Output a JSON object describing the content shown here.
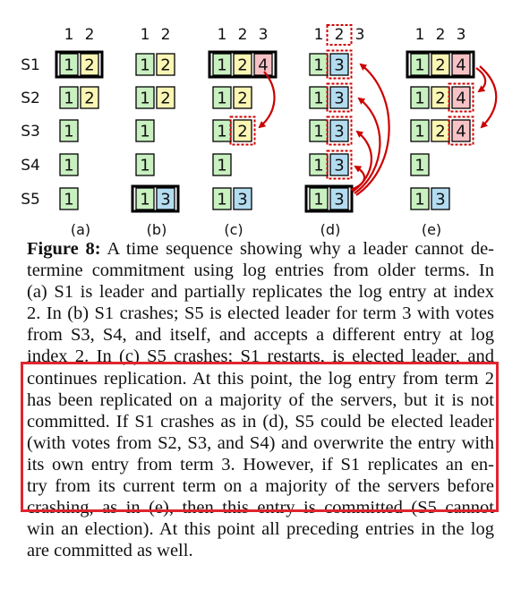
{
  "figure": {
    "servers": [
      "S1",
      "S2",
      "S3",
      "S4",
      "S5"
    ],
    "panels": [
      {
        "label": "(a)",
        "index_header": [
          "1",
          "2"
        ],
        "logs": [
          [
            "1",
            "2"
          ],
          [
            "1",
            "2"
          ],
          [
            "1"
          ],
          [
            "1"
          ],
          [
            "1"
          ]
        ],
        "leader_row": 0
      },
      {
        "label": "(b)",
        "index_header": [
          "1",
          "2"
        ],
        "logs": [
          [
            "1",
            "2"
          ],
          [
            "1",
            "2"
          ],
          [
            "1"
          ],
          [
            "1"
          ],
          [
            "1",
            "3"
          ]
        ],
        "leader_row": 4
      },
      {
        "label": "(c)",
        "index_header": [
          "1",
          "2",
          "3"
        ],
        "logs": [
          [
            "1",
            "2",
            "4"
          ],
          [
            "1",
            "2"
          ],
          [
            "1",
            "2"
          ],
          [
            "1"
          ],
          [
            "1",
            "3"
          ]
        ],
        "leader_row": 0
      },
      {
        "label": "(d)",
        "index_header": [
          "1",
          "2",
          "3"
        ],
        "logs": [
          [
            "1",
            "3"
          ],
          [
            "1",
            "3"
          ],
          [
            "1",
            "3"
          ],
          [
            "1",
            "3"
          ],
          [
            "1",
            "3"
          ]
        ],
        "leader_row": 4
      },
      {
        "label": "(e)",
        "index_header": [
          "1",
          "2",
          "3"
        ],
        "logs": [
          [
            "1",
            "2",
            "4"
          ],
          [
            "1",
            "2",
            "4"
          ],
          [
            "1",
            "2",
            "4"
          ],
          [
            "1"
          ],
          [
            "1",
            "3"
          ]
        ],
        "leader_row": 0
      }
    ],
    "term_colors": {
      "1": "#c9f0c0",
      "2": "#fbf6b4",
      "3": "#b3dcf0",
      "4": "#f7c2c6"
    },
    "arrow_color": "#cc0000",
    "dashed_color": "#cc0000"
  },
  "caption": {
    "label": "Figure 8:",
    "lines": [
      " A time sequence showing why a leader cannot de-",
      "termine commitment using log entries from older terms. In",
      "(a) S1 is leader and partially replicates the log entry at index",
      "2. In (b) S1 crashes; S5 is elected leader for term 3 with votes",
      "from S3, S4, and itself, and accepts a different entry at log",
      "index 2. In (c) S5 crashes; S1 restarts, is elected leader, and",
      "continues replication. At this point, the log entry from term 2",
      "has been replicated on a majority of the servers, but it is not",
      "committed. If S1 crashes as in (d), S5 could be elected leader",
      "(with votes from S2, S3, and S4) and overwrite the entry with",
      "its own entry from term 3. However, if S1 replicates an en-",
      "try from its current term on a majority of the servers before",
      "crashing, as in (e), then this entry is committed (S5 cannot",
      "win an election). At this point all preceding entries in the log",
      "are committed as well."
    ]
  },
  "highlight_color": "#e0252e"
}
